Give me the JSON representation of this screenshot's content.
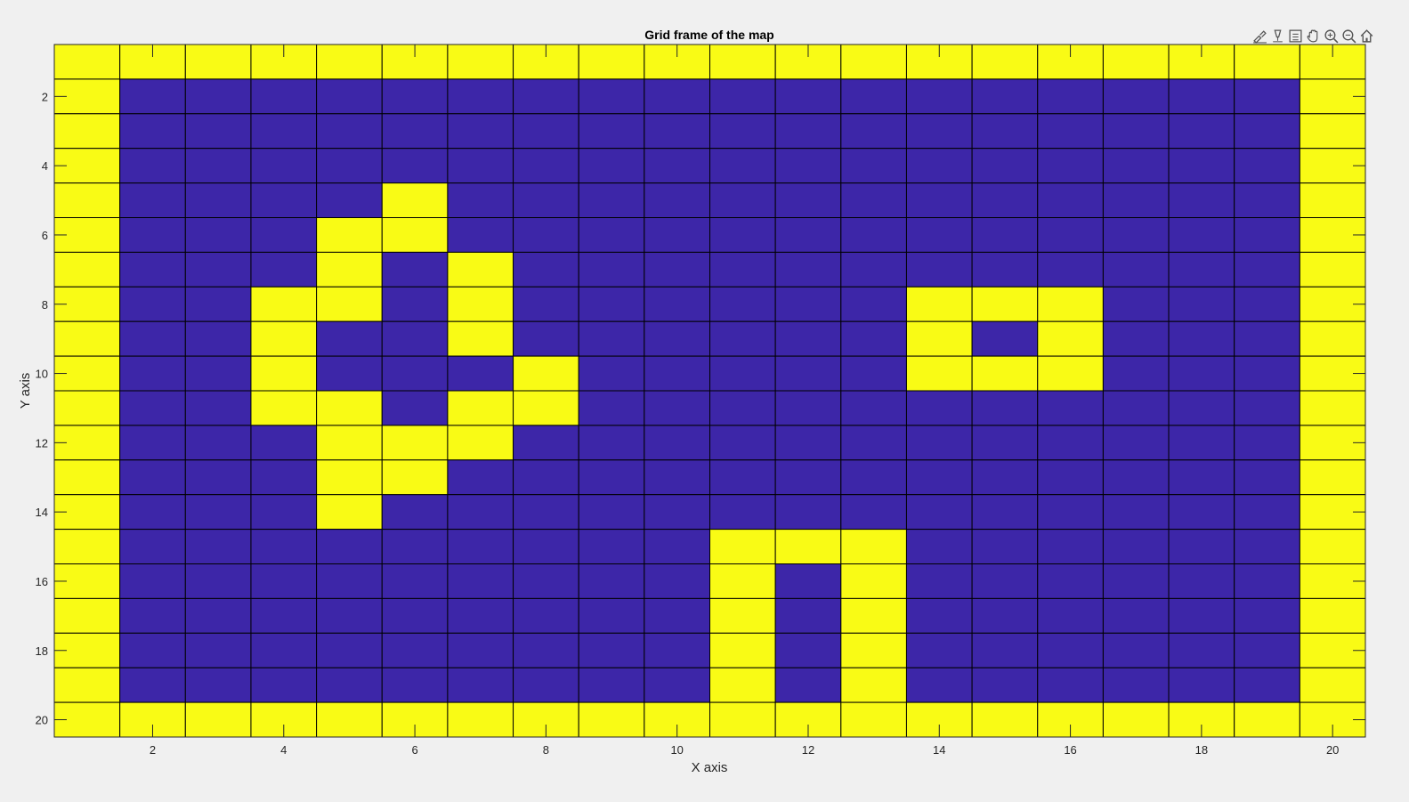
{
  "chart_data": {
    "type": "heatmap",
    "title": "Grid frame of the map",
    "xlabel": "X axis",
    "ylabel": "Y axis",
    "xlim": [
      0.5,
      20.5
    ],
    "ylim": [
      0.5,
      20.5
    ],
    "y_reversed": true,
    "xticks": [
      2,
      4,
      6,
      8,
      10,
      12,
      14,
      16,
      18,
      20
    ],
    "yticks": [
      2,
      4,
      6,
      8,
      10,
      12,
      14,
      16,
      18,
      20
    ],
    "grid": true,
    "colormap": {
      "0": "#3d26a8",
      "1": "#f9fb15"
    },
    "grid_color": "#000000",
    "matrix": [
      [
        1,
        1,
        1,
        1,
        1,
        1,
        1,
        1,
        1,
        1,
        1,
        1,
        1,
        1,
        1,
        1,
        1,
        1,
        1,
        1
      ],
      [
        1,
        0,
        0,
        0,
        0,
        0,
        0,
        0,
        0,
        0,
        0,
        0,
        0,
        0,
        0,
        0,
        0,
        0,
        0,
        1
      ],
      [
        1,
        0,
        0,
        0,
        0,
        0,
        0,
        0,
        0,
        0,
        0,
        0,
        0,
        0,
        0,
        0,
        0,
        0,
        0,
        1
      ],
      [
        1,
        0,
        0,
        0,
        0,
        0,
        0,
        0,
        0,
        0,
        0,
        0,
        0,
        0,
        0,
        0,
        0,
        0,
        0,
        1
      ],
      [
        1,
        0,
        0,
        0,
        0,
        1,
        0,
        0,
        0,
        0,
        0,
        0,
        0,
        0,
        0,
        0,
        0,
        0,
        0,
        1
      ],
      [
        1,
        0,
        0,
        0,
        1,
        1,
        0,
        0,
        0,
        0,
        0,
        0,
        0,
        0,
        0,
        0,
        0,
        0,
        0,
        1
      ],
      [
        1,
        0,
        0,
        0,
        1,
        0,
        1,
        0,
        0,
        0,
        0,
        0,
        0,
        0,
        0,
        0,
        0,
        0,
        0,
        1
      ],
      [
        1,
        0,
        0,
        1,
        1,
        0,
        1,
        0,
        0,
        0,
        0,
        0,
        0,
        1,
        1,
        1,
        0,
        0,
        0,
        1
      ],
      [
        1,
        0,
        0,
        1,
        0,
        0,
        1,
        0,
        0,
        0,
        0,
        0,
        0,
        1,
        0,
        1,
        0,
        0,
        0,
        1
      ],
      [
        1,
        0,
        0,
        1,
        0,
        0,
        0,
        1,
        0,
        0,
        0,
        0,
        0,
        1,
        1,
        1,
        0,
        0,
        0,
        1
      ],
      [
        1,
        0,
        0,
        1,
        1,
        0,
        1,
        1,
        0,
        0,
        0,
        0,
        0,
        0,
        0,
        0,
        0,
        0,
        0,
        1
      ],
      [
        1,
        0,
        0,
        0,
        1,
        1,
        1,
        0,
        0,
        0,
        0,
        0,
        0,
        0,
        0,
        0,
        0,
        0,
        0,
        1
      ],
      [
        1,
        0,
        0,
        0,
        1,
        1,
        0,
        0,
        0,
        0,
        0,
        0,
        0,
        0,
        0,
        0,
        0,
        0,
        0,
        1
      ],
      [
        1,
        0,
        0,
        0,
        1,
        0,
        0,
        0,
        0,
        0,
        0,
        0,
        0,
        0,
        0,
        0,
        0,
        0,
        0,
        1
      ],
      [
        1,
        0,
        0,
        0,
        0,
        0,
        0,
        0,
        0,
        0,
        1,
        1,
        1,
        0,
        0,
        0,
        0,
        0,
        0,
        1
      ],
      [
        1,
        0,
        0,
        0,
        0,
        0,
        0,
        0,
        0,
        0,
        1,
        0,
        1,
        0,
        0,
        0,
        0,
        0,
        0,
        1
      ],
      [
        1,
        0,
        0,
        0,
        0,
        0,
        0,
        0,
        0,
        0,
        1,
        0,
        1,
        0,
        0,
        0,
        0,
        0,
        0,
        1
      ],
      [
        1,
        0,
        0,
        0,
        0,
        0,
        0,
        0,
        0,
        0,
        1,
        0,
        1,
        0,
        0,
        0,
        0,
        0,
        0,
        1
      ],
      [
        1,
        0,
        0,
        0,
        0,
        0,
        0,
        0,
        0,
        0,
        1,
        0,
        1,
        0,
        0,
        0,
        0,
        0,
        0,
        1
      ],
      [
        1,
        1,
        1,
        1,
        1,
        1,
        1,
        1,
        1,
        1,
        1,
        1,
        1,
        1,
        1,
        1,
        1,
        1,
        1,
        1
      ]
    ]
  },
  "toolbar": {
    "icons": [
      "brush-icon",
      "data-tip-icon",
      "legend-icon",
      "pan-icon",
      "zoom-in-icon",
      "zoom-out-icon",
      "home-icon"
    ]
  }
}
